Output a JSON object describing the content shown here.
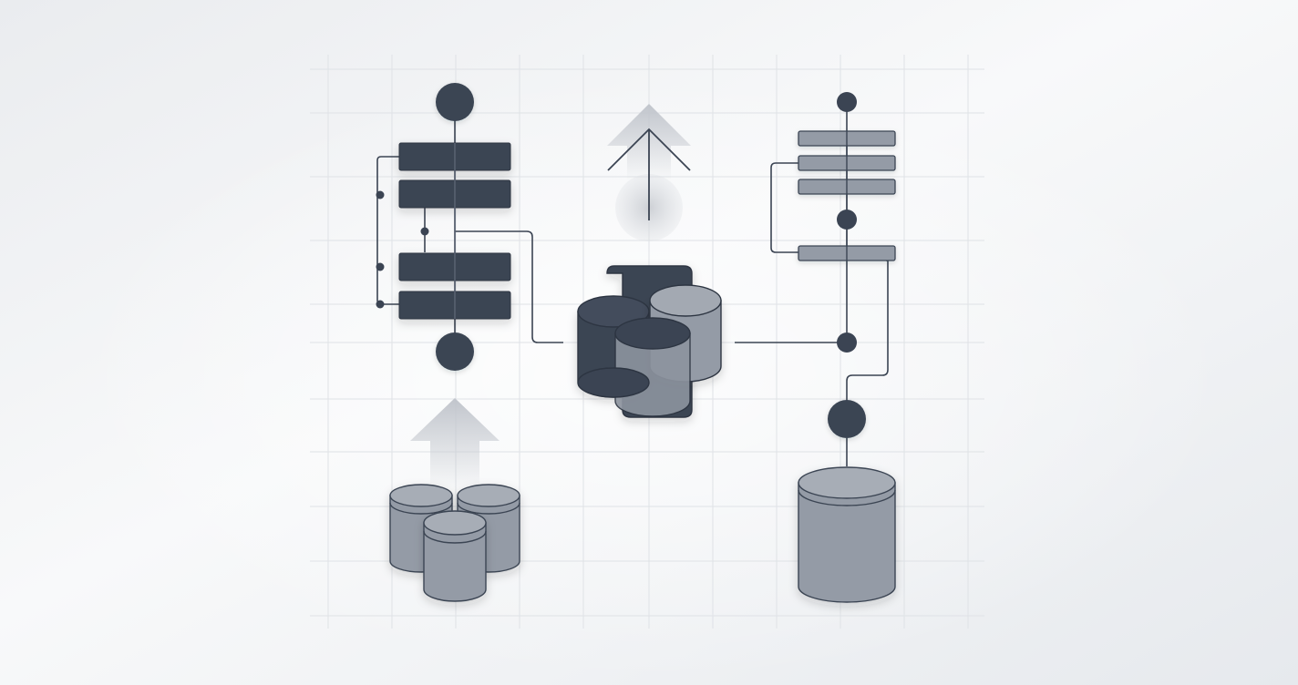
{
  "colors": {
    "background_light": "#fafbfc",
    "background_dark": "#e4e7eb",
    "grid": "#dcdfe4",
    "dark": "#3b4453",
    "mid": "#949ba6",
    "mid_light": "#a7adb6",
    "arrow": "#c3c7ce",
    "glow": "#ced1d6",
    "line": "#3b4453"
  },
  "diagram": {
    "left_pipeline": {
      "steps": 4,
      "nodes": 2
    },
    "source_databases": {
      "count": 3
    },
    "merged_storage": {
      "cylinders": 4
    },
    "right_pipeline": {
      "steps": 4,
      "nodes": 4
    },
    "target_database": {
      "count": 1
    },
    "upload_arrows": 2,
    "icons": [
      "up-arrow-icon",
      "database-icon",
      "merge-storage-icon",
      "pipeline-icon"
    ]
  }
}
